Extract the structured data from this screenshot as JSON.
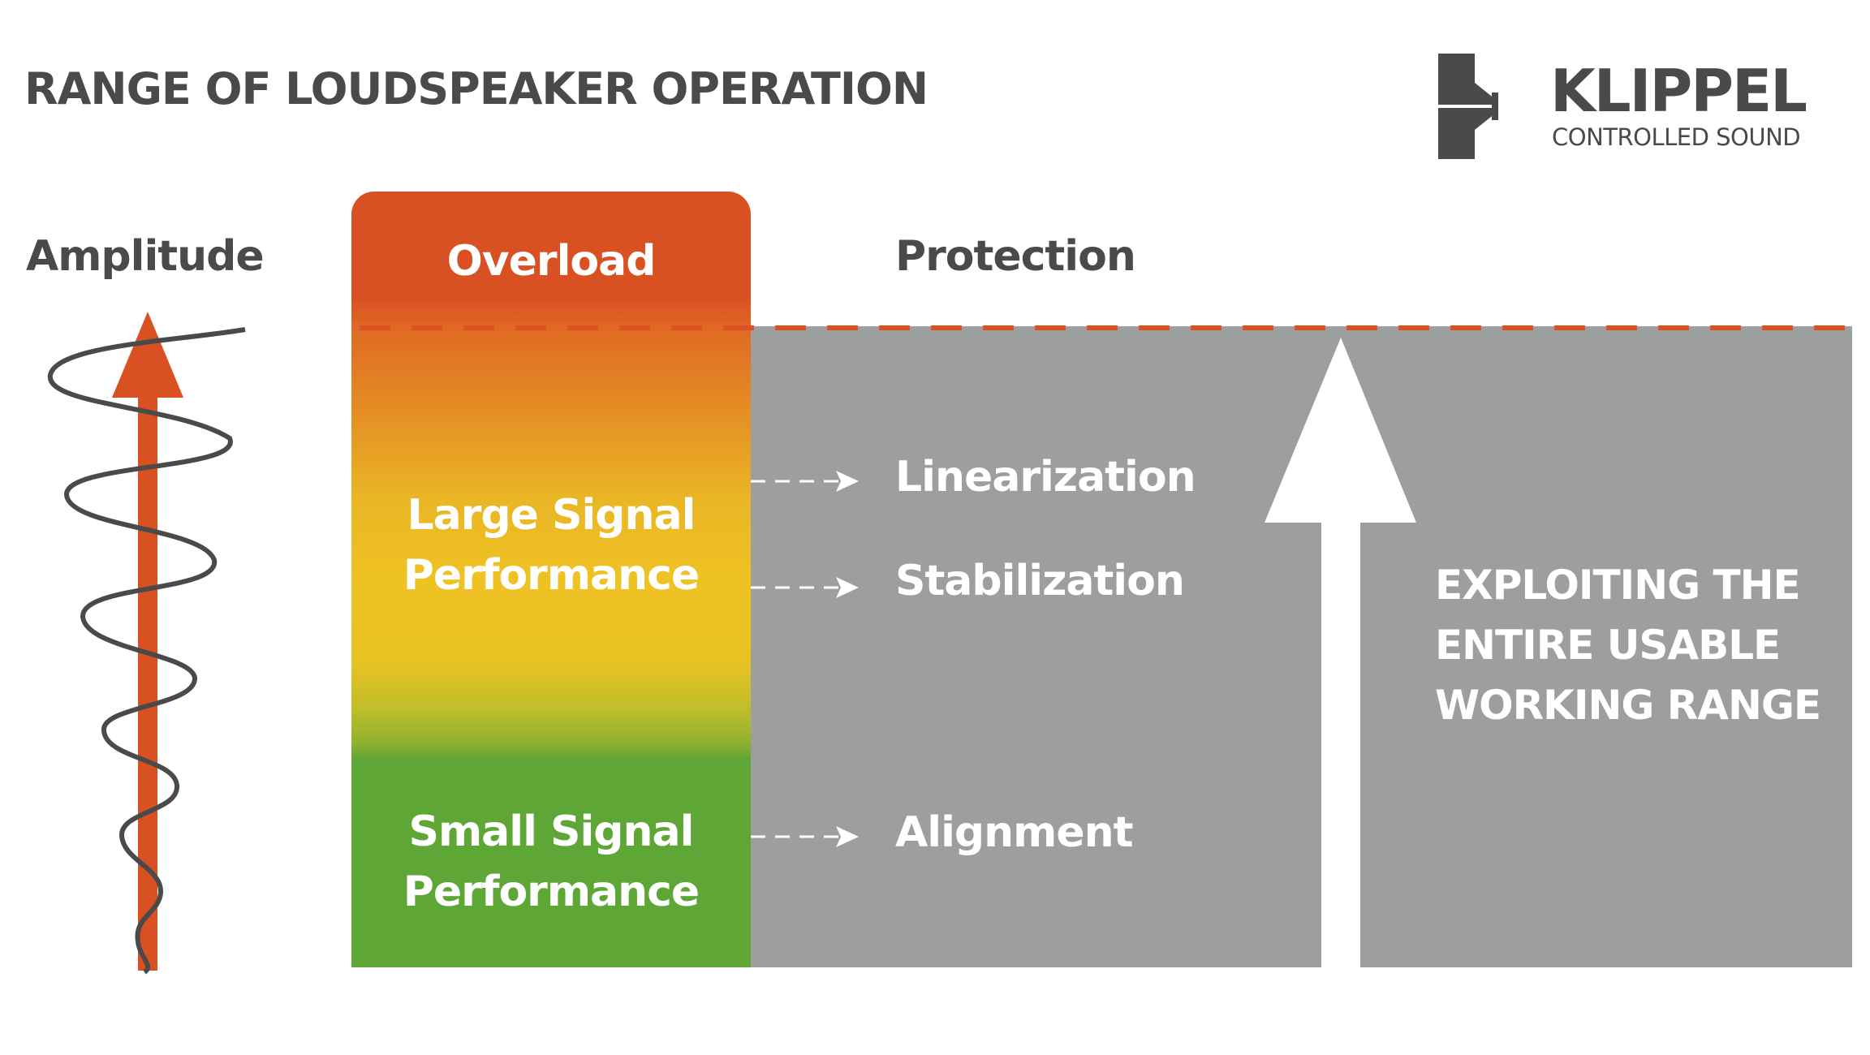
{
  "title": "RANGE OF LOUDSPEAKER OPERATION",
  "logo": {
    "name": "KLIPPEL",
    "tagline": "CONTROLLED SOUND"
  },
  "axis_label": "Amplitude",
  "protection_label": "Protection",
  "column": {
    "overload": "Overload",
    "large_signal": [
      "Large Signal",
      "Performance"
    ],
    "small_signal": [
      "Small Signal",
      "Performance"
    ]
  },
  "measures": [
    "Linearization",
    "Stabilization",
    "Alignment"
  ],
  "exploit": [
    "EXPLOITING THE",
    "ENTIRE USABLE",
    "WORKING RANGE"
  ],
  "colors": {
    "orange": "#d95123",
    "yellow": "#efc224",
    "green": "#5ea635",
    "gray": "#9d9e9e",
    "text": "#4a4a4a"
  }
}
